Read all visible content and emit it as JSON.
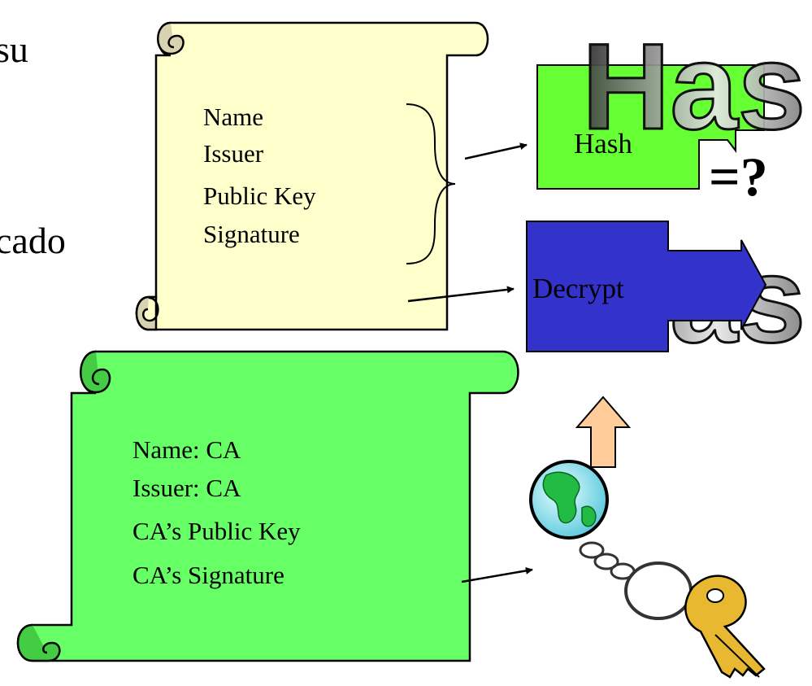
{
  "slide_left_text": {
    "line1": "su",
    "line2": "cado"
  },
  "certificate": {
    "fields": [
      "Name",
      "Issuer",
      "Public Key",
      "Signature"
    ],
    "color": "#FFFFCC"
  },
  "ca_certificate": {
    "fields": [
      "Name: CA",
      "Issuer: CA",
      "CA’s Public Key",
      "CA’s Signature"
    ],
    "color": "#66FF66"
  },
  "hash_box": {
    "label": "Hash",
    "color": "#66FF33"
  },
  "decrypt_box": {
    "label": "Decrypt",
    "color": "#3333CC"
  },
  "compare_label": "=?",
  "wordart": {
    "top": "Hash",
    "bottom": "Hash"
  },
  "icons": [
    "globe-icon",
    "key-icon",
    "up-arrow-icon"
  ]
}
